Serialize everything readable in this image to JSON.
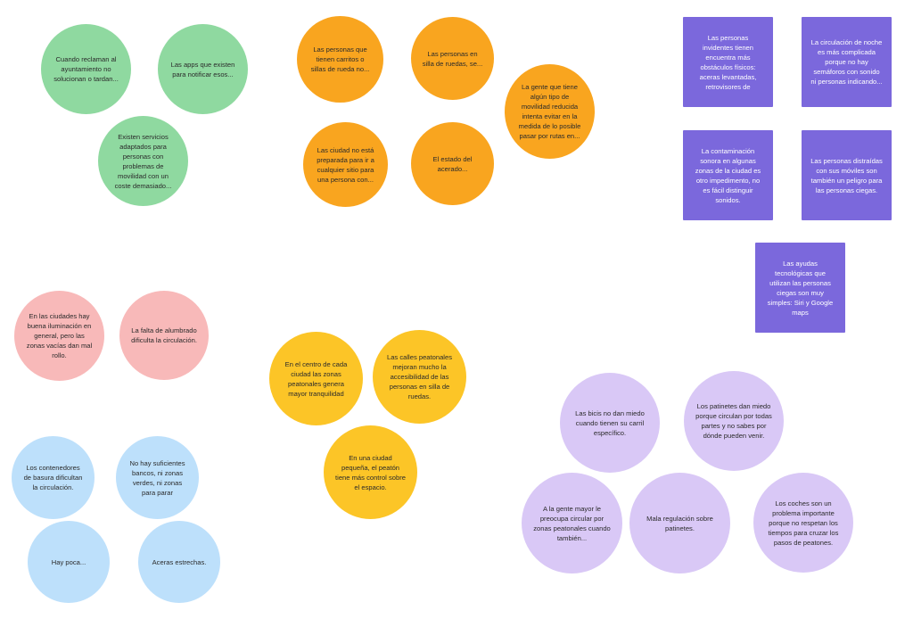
{
  "notes": {
    "g1": "Cuando reclaman al ayuntamiento no solucionan o tardan...",
    "g2": "Las apps que existen para notificar esos...",
    "g3": "Existen servicios adaptados para personas con problemas de movilidad con un coste demasiado...",
    "o1": "Las personas que tienen carritos o sillas de rueda no...",
    "o2": "Las personas en silla de ruedas, se...",
    "o3": "La gente que tiene algún tipo de movilidad reducida intenta evitar en la medida de lo posible pasar por rutas en...",
    "o4": "Las ciudad no está preparada para ir a cualquier sitio para una persona con...",
    "o5": "El estado del acerado...",
    "p1": "Las personas invidentes tienen encuentra más obstáculos físicos: aceras levantadas, retrovisores de",
    "p2": "La circulación de noche es más complicada porque no hay semáforos con sonido ni personas indicando...",
    "p3": "La contaminación sonora en algunas zonas de la ciudad es otro impedimento, no es fácil distinguir sonidos.",
    "p4": "Las personas distraídas con sus móviles son también un peligro para las personas ciegas.",
    "p5": "Las ayudas tecnológicas que utilizan las personas ciegas son muy simples: Siri y Google maps",
    "r1": "En las ciudades hay buena iluminación en general, pero las zonas vacías dan mal rollo.",
    "r2": "La falta de alumbrado dificulta la circulación.",
    "y1": "En el centro de cada ciudad las zonas peatonales genera mayor tranquilidad",
    "y2": "Las calles peatonales mejoran mucho la accesibilidad de las personas en silla de ruedas.",
    "y3": "En una ciudad pequeña, el peatón tiene más control sobre el espacio.",
    "b1": "Los contenedores de basura dificultan la circulación.",
    "b2": "No hay suficientes bancos, ni zonas verdes, ni zonas para parar",
    "b3": "Hay poca...",
    "b4": "Aceras estrechas.",
    "l1": "Las bicis no dan miedo cuando tienen su carril específico.",
    "l2": "Los patinetes dan miedo porque circulan por todas partes y no sabes por dónde pueden venir.",
    "l3": "A la gente mayor le preocupa circular por zonas peatonales cuando también...",
    "l4": "Mala regulación sobre patinetes.",
    "l5": "Los coches son un problema importante porque no respetan los tiempos para cruzar los pasos de peatones."
  },
  "colors": {
    "green": "#8fd9a0",
    "orange": "#f9a51f",
    "yellow": "#fcc527",
    "pink": "#f8b9b9",
    "blue": "#bde0fb",
    "lavender": "#d9c8f6",
    "purple": "#7b68dc"
  }
}
